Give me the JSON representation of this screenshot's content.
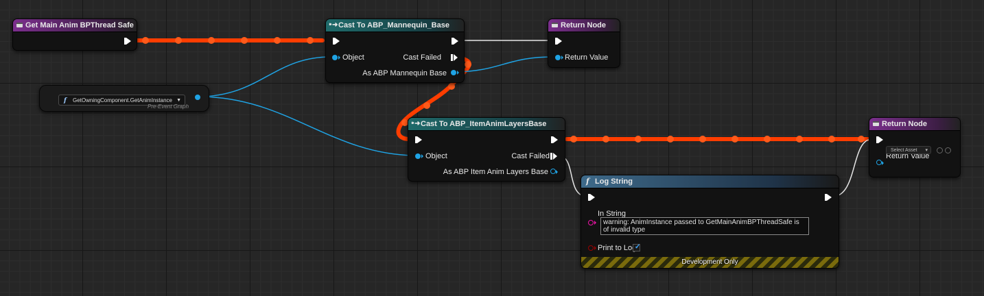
{
  "nodes": {
    "get_main": {
      "title": "Get Main Anim BPThread Safe"
    },
    "cast_mannequin": {
      "title": "Cast To ABP_Mannequin_Base",
      "object_label": "Object",
      "cast_failed_label": "Cast Failed",
      "as_label": "As ABP Mannequin Base"
    },
    "return1": {
      "title": "Return Node",
      "return_value_label": "Return Value"
    },
    "get_owning": {
      "function_name": "GetOwningComponent.GetAnimInstance",
      "context": "Pre-Event Graph"
    },
    "cast_layers": {
      "title": "Cast To ABP_ItemAnimLayersBase",
      "object_label": "Object",
      "cast_failed_label": "Cast Failed",
      "as_label": "As ABP Item Anim Layers Base"
    },
    "return2": {
      "title": "Return Node",
      "return_value_label": "Return Value",
      "select_asset": "Select Asset"
    },
    "log_string": {
      "title": "Log String",
      "in_string_label": "In String",
      "in_string_value": "warning: AnimInstance passed to GetMainAnimBPThreadSafe is of invalid type",
      "print_to_log_label": "Print to Log",
      "print_to_log_checked": true,
      "dev_only_label": "Development Only"
    }
  },
  "colors": {
    "exec_wire_active": "#ff3d00",
    "exec_wire": "#e6e6e6",
    "object_wire": "#1fa3e4",
    "string_pin": "#f013a8",
    "bool_pin": "#9a0000"
  },
  "icons": {
    "function_header": "function-icon",
    "cast_header": "cast-icon",
    "log_header": "f-function-icon",
    "dropdown": "chevron-down-icon",
    "checkbox": "checkmark-icon"
  }
}
